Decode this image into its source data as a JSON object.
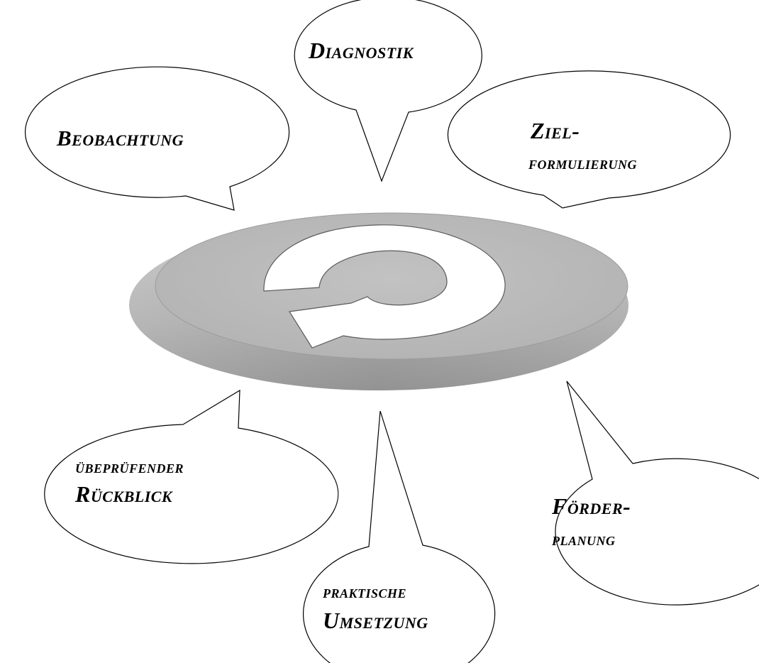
{
  "diagram": {
    "bubbles": [
      {
        "id": "diagnostik",
        "lines": [
          "Diagnostik"
        ]
      },
      {
        "id": "beobachtung",
        "lines": [
          "Beobachtung"
        ]
      },
      {
        "id": "zielformulierung",
        "lines": [
          "Ziel-",
          "formulierung"
        ]
      },
      {
        "id": "rueckblick",
        "lines": [
          "übeprüfender",
          "Rückblick"
        ]
      },
      {
        "id": "umsetzung",
        "lines": [
          "praktische",
          "Umsetzung"
        ]
      },
      {
        "id": "foerderplanung",
        "lines": [
          "Förder-",
          "planung"
        ]
      }
    ],
    "center_icon": "cycle-arrow-icon",
    "colors": {
      "disc_top": "#bdbdbd",
      "disc_edge": "#9a9a9a",
      "arrow": "#ffffff",
      "outline": "#000000"
    }
  }
}
